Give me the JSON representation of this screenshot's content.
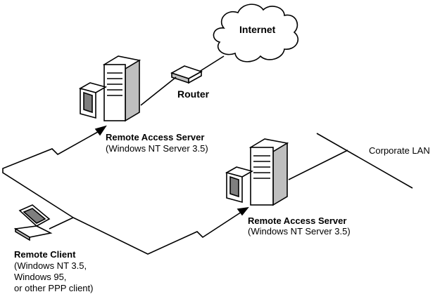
{
  "labels": {
    "internet": "Internet",
    "router": "Router",
    "corporate_lan": "Corporate LAN",
    "server_top": {
      "title": "Remote Access Server",
      "subtitle": "(Windows NT Server 3.5)"
    },
    "server_bottom": {
      "title": "Remote Access Server",
      "subtitle": "(Windows NT Server 3.5)"
    },
    "client": {
      "title": "Remote Client",
      "line1": "(Windows NT 3.5,",
      "line2": "Windows 95,",
      "line3": "or other PPP client)"
    }
  },
  "colors": {
    "line": "#000000",
    "fill": "#ffffff",
    "shade": "#bfbfbf",
    "screen": "#7f7f7f"
  }
}
